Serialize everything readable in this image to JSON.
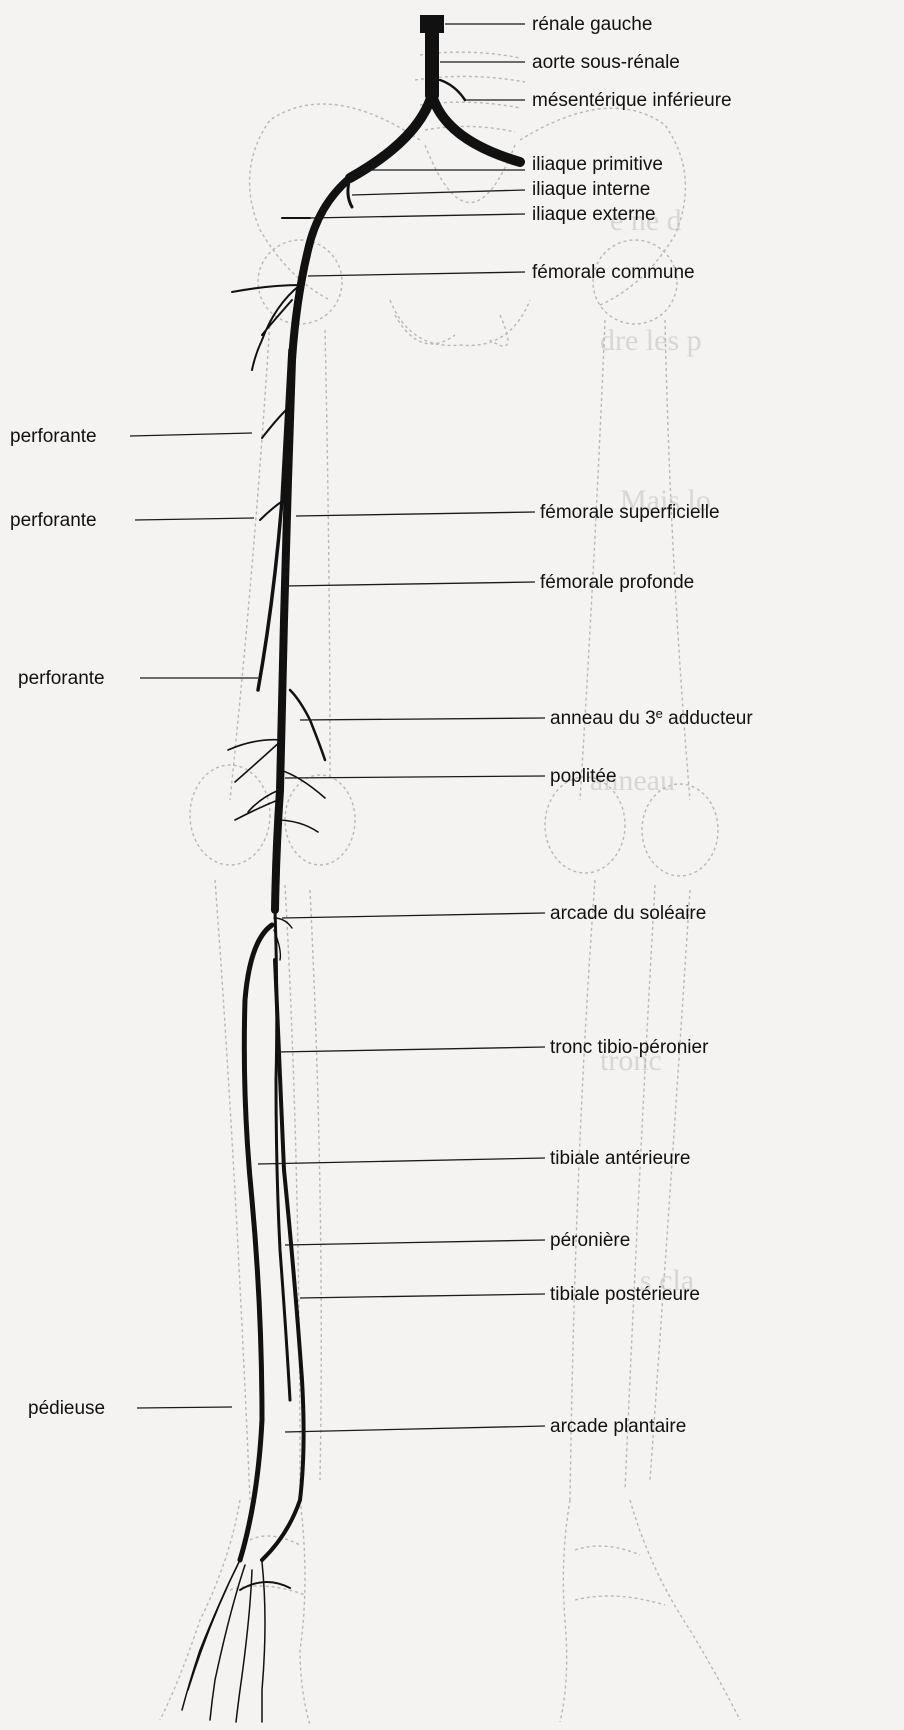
{
  "labels_right": [
    {
      "id": "renale-gauche",
      "text": "rénale gauche"
    },
    {
      "id": "aorte-sous-renale",
      "text": "aorte sous-rénale"
    },
    {
      "id": "mesenterique-inferieure",
      "text": "mésentérique inférieure"
    },
    {
      "id": "iliaque-primitive",
      "text": "iliaque primitive"
    },
    {
      "id": "iliaque-interne",
      "text": "iliaque interne"
    },
    {
      "id": "iliaque-externe",
      "text": "iliaque externe"
    },
    {
      "id": "femorale-commune",
      "text": "fémorale commune"
    },
    {
      "id": "femorale-superficielle",
      "text": "fémorale superficielle"
    },
    {
      "id": "femorale-profonde",
      "text": "fémorale profonde"
    },
    {
      "id": "anneau-3e-adducteur",
      "text": "anneau du 3e adducteur"
    },
    {
      "id": "poplitee",
      "text": "poplitée"
    },
    {
      "id": "arcade-soleaire",
      "text": "arcade du soléaire"
    },
    {
      "id": "tronc-tibio-peronier",
      "text": "tronc tibio-péronier"
    },
    {
      "id": "tibiale-anterieure",
      "text": "tibiale antérieure"
    },
    {
      "id": "peroniere",
      "text": "péronière"
    },
    {
      "id": "tibiale-posterieure",
      "text": "tibiale postérieure"
    },
    {
      "id": "arcade-plantaire",
      "text": "arcade plantaire"
    }
  ],
  "labels_left": [
    {
      "id": "perforante-1",
      "text": "perforante"
    },
    {
      "id": "perforante-2",
      "text": "perforante"
    },
    {
      "id": "perforante-3",
      "text": "perforante"
    },
    {
      "id": "pedieuse",
      "text": "pédieuse"
    }
  ],
  "colors": {
    "artery": "#111111",
    "bone_outline": "#b9b7b4",
    "background": "#f4f3f1"
  }
}
